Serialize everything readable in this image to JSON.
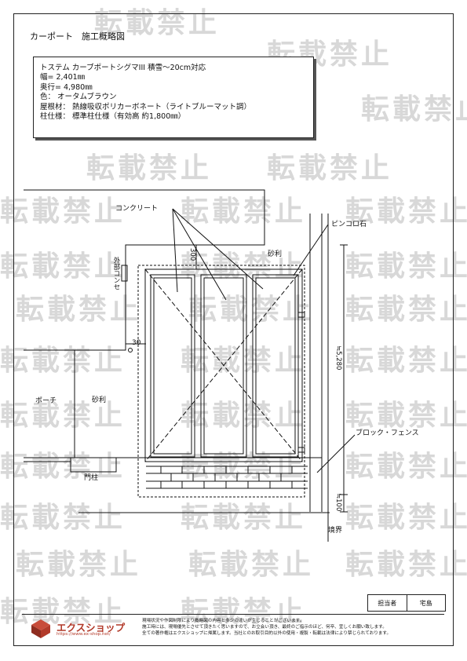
{
  "page_title": "カーポート　施工概略図",
  "spec": {
    "product": "トステム カーブポートシグマIII 積雪～20cm対応",
    "width": "幅= 2,401㎜",
    "depth": "奥行= 4,980㎜",
    "color": "色： オータムブラウン",
    "roof": "屋根材： 熱線吸収ポリカーボネート（ライトブルーマット調）",
    "pillar": "柱仕様： 標準柱仕様（有効高 約1,800㎜）"
  },
  "labels": {
    "concrete": "コンクリート",
    "pincoro": "ピンコロ石",
    "gravel_top": "砂利",
    "gravel_left": "砂利",
    "porch": "ポーチ",
    "block_fence": "ブロック・フェンス",
    "gate_pillar": "門柱",
    "boundary": "境界",
    "outdoor_outlet": "外部コンセ",
    "dim_300": "300",
    "dim_30": "30",
    "dim_5280": "≒5,280",
    "dim_100": "≒100"
  },
  "watermark_text": "転載禁止",
  "stamp": {
    "label": "担当者",
    "name": "宅島"
  },
  "footer": {
    "brand": "エクスショップ",
    "url": "https://www.ex-shop.net/",
    "note_lines": [
      "現場状況や作図制限により概略図の内容と多少の違いが生じることがございます。",
      "施工時には、現場優先とさせて頂きたく思いますので、お立会い頂き、最終のご指示のほど、何卒、宜しくお願い致します。",
      "全ての著作権はエクスショップに帰属します。当社とのお取引目的以外の使用・複製・転載は法律により禁じられております。"
    ]
  }
}
